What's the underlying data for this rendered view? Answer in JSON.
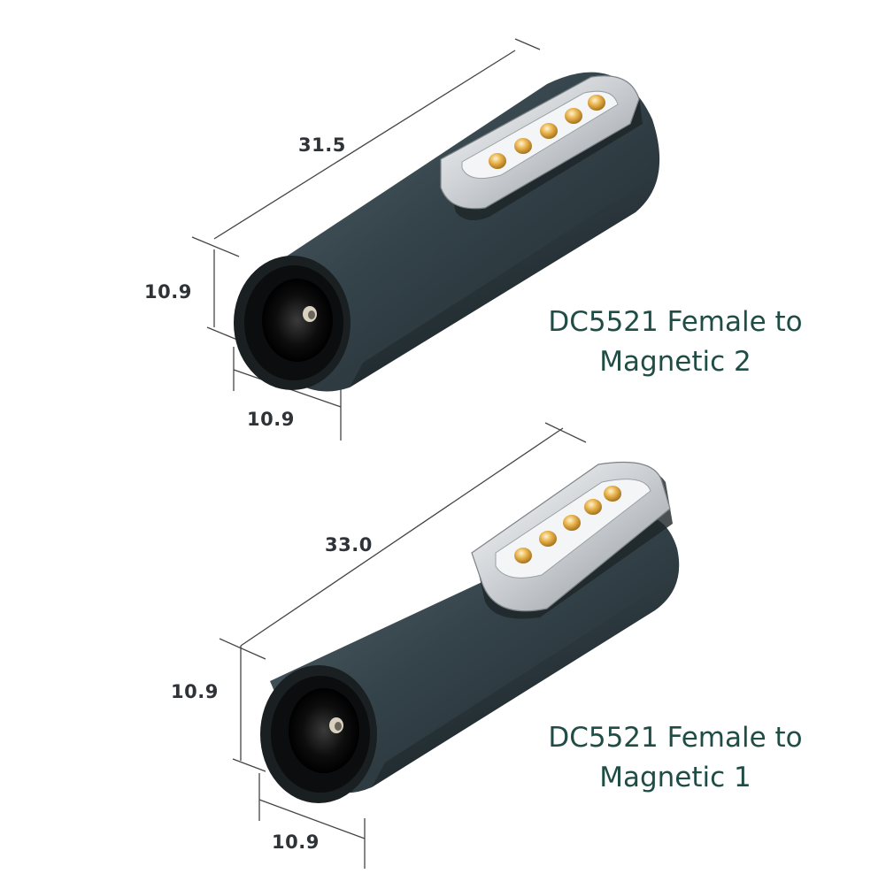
{
  "products": [
    {
      "caption_line1": "DC5521 Female to",
      "caption_line2": "Magnetic 2",
      "length": "31.5",
      "height": "10.9",
      "width": "10.9",
      "connector_pins": 5
    },
    {
      "caption_line1": "DC5521 Female to",
      "caption_line2": "Magnetic 1",
      "length": "33.0",
      "height": "10.9",
      "width": "10.9",
      "connector_pins": 5
    }
  ],
  "colors": {
    "body": "#2f3c40",
    "caption": "#1f4d45",
    "pins": "#e2a93c",
    "metal": "#d9dcdf"
  }
}
